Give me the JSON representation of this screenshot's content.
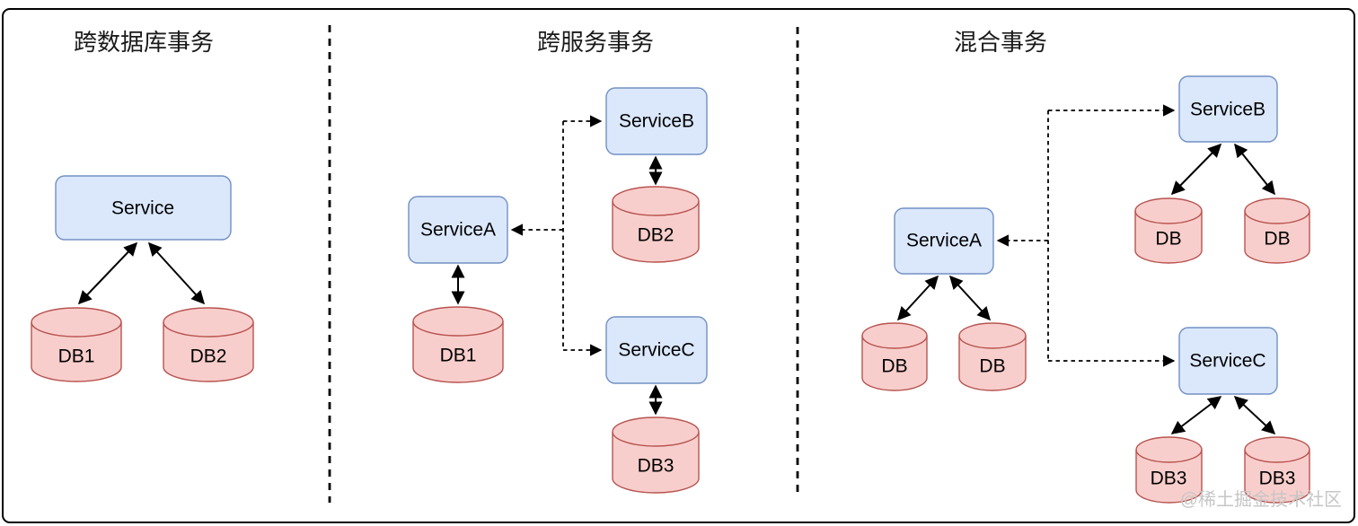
{
  "watermark": "@稀土掘金技术社区",
  "colors": {
    "service_fill": "#dbe8fc",
    "service_stroke": "#7290c4",
    "db_fill": "#f8cecc",
    "db_stroke": "#b85450",
    "line": "#000000",
    "title": "#1a1a1a",
    "watermark": "#c6c6c6"
  },
  "panels": [
    {
      "title": "跨数据库事务",
      "nodes": {
        "service": "Service",
        "db1": "DB1",
        "db2": "DB2"
      }
    },
    {
      "title": "跨服务事务",
      "nodes": {
        "service_a": "ServiceA",
        "service_b": "ServiceB",
        "service_c": "ServiceC",
        "db1": "DB1",
        "db2": "DB2",
        "db3": "DB3"
      }
    },
    {
      "title": "混合事务",
      "nodes": {
        "service_a": "ServiceA",
        "service_b": "ServiceB",
        "service_c": "ServiceC",
        "db_a1": "DB",
        "db_a2": "DB",
        "db_b1": "DB",
        "db_b2": "DB",
        "db_c1": "DB3",
        "db_c2": "DB3"
      }
    }
  ]
}
